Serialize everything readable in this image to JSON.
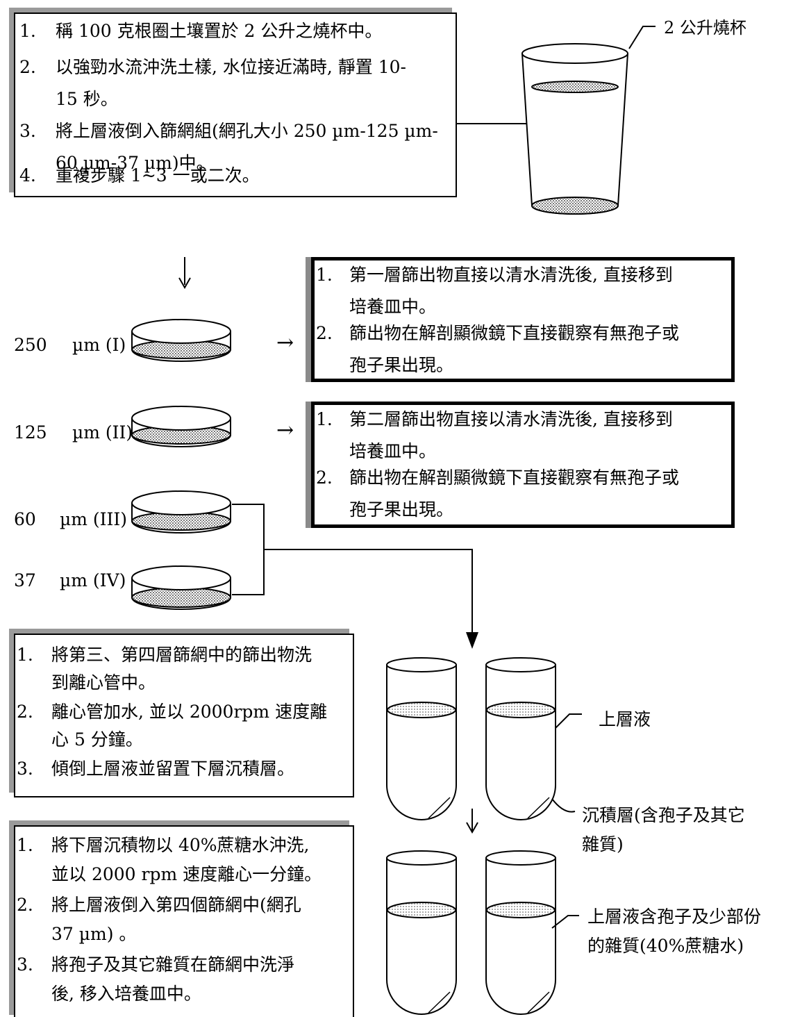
{
  "beaker": {
    "label": "2 公升燒杯"
  },
  "box1": {
    "steps": [
      {
        "num": "1.",
        "line1": "稱 100 克根圈土壤置於 2 公升之燒杯中。",
        "line2": ""
      },
      {
        "num": "2.",
        "line1": "以強勁水流沖洗土樣, 水位接近滿時, 靜置 10-",
        "line2": "15 秒。"
      },
      {
        "num": "3.",
        "line1": "將上層液倒入篩網組(網孔大小 250 µm-125 µm-",
        "line2": "60 µm-37 µm)中。"
      },
      {
        "num": "4.",
        "line1": "重複步驟 1~3 一或二次。",
        "line2": ""
      }
    ]
  },
  "sieves": [
    {
      "size": "250",
      "unit": "µm (I)"
    },
    {
      "size": "125",
      "unit": "µm (II)"
    },
    {
      "size": "60",
      "unit": "µm (III)"
    },
    {
      "size": "37",
      "unit": "µm (IV)"
    }
  ],
  "box2": {
    "steps": [
      {
        "num": "1.",
        "line1": "第一層篩出物直接以清水清洗後, 直接移到",
        "line2": "培養皿中。"
      },
      {
        "num": "2.",
        "line1": "篩出物在解剖顯微鏡下直接觀察有無孢子或",
        "line2": "孢子果出現。"
      }
    ]
  },
  "box3": {
    "steps": [
      {
        "num": "1.",
        "line1": "第二層篩出物直接以清水清洗後, 直接移到",
        "line2": "培養皿中。"
      },
      {
        "num": "2.",
        "line1": "篩出物在解剖顯微鏡下直接觀察有無孢子或",
        "line2": "孢子果出現。"
      }
    ]
  },
  "box4": {
    "steps": [
      {
        "num": "1.",
        "line1": "將第三、第四層篩網中的篩出物洗",
        "line2": "到離心管中。"
      },
      {
        "num": "2.",
        "line1": "離心管加水, 並以 2000rpm 速度離",
        "line2": "心 5 分鐘。"
      },
      {
        "num": "3.",
        "line1": "傾倒上層液並留置下層沉積層。",
        "line2": ""
      }
    ]
  },
  "box5": {
    "steps": [
      {
        "num": "1.",
        "line1": "將下層沉積物以 40%蔗糖水沖洗,",
        "line2": "並以 2000 rpm 速度離心一分鐘。"
      },
      {
        "num": "2.",
        "line1": "將上層液倒入第四個篩網中(網孔",
        "line2": "37 µm) 。"
      },
      {
        "num": "3.",
        "line1": "將孢子及其它雜質在篩網中洗淨",
        "line2": "後, 移入培養皿中。"
      }
    ]
  },
  "tube_labels": {
    "supernatant": "上層液",
    "sediment_line1": "沉積層(含孢子及其它",
    "sediment_line2": "雜質)",
    "sucrose_line1": "上層液含孢子及少部份",
    "sucrose_line2": "的雜質(40%蔗糖水)"
  },
  "arrow_glyph": "→"
}
